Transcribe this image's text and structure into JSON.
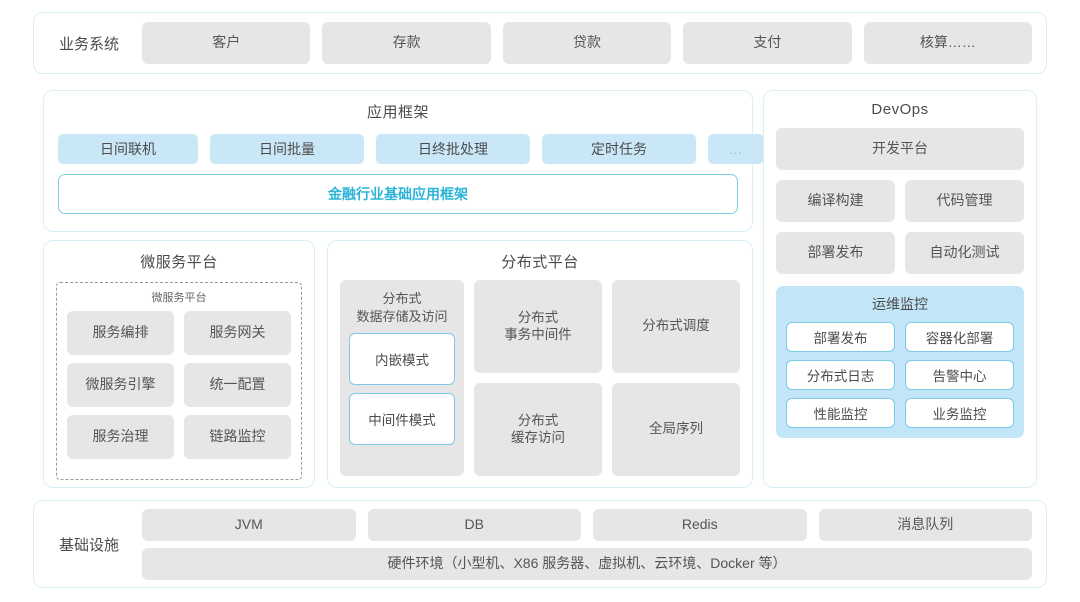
{
  "business_systems": {
    "label": "业务系统",
    "items": [
      "客户",
      "存款",
      "贷款",
      "支付",
      "核算……"
    ]
  },
  "application_framework": {
    "title": "应用框架",
    "items": [
      "日间联机",
      "日间批量",
      "日终批处理",
      "定时任务",
      "..."
    ],
    "foundation": "金融行业基础应用框架",
    "foundation_color": "#2bb4d8"
  },
  "microservice_platform": {
    "title": "微服务平台",
    "inner_title": "微服务平台",
    "items": [
      "服务编排",
      "服务网关",
      "微服务引擎",
      "统一配置",
      "服务治理",
      "链路监控"
    ]
  },
  "distributed_platform": {
    "title": "分布式平台",
    "storage": {
      "title_line1": "分布式",
      "title_line2": "数据存储及访问",
      "modes": [
        "内嵌模式",
        "中间件模式"
      ]
    },
    "cells": [
      {
        "line1": "分布式",
        "line2": "事务中间件"
      },
      {
        "line1": "分布式调度",
        "line2": ""
      },
      {
        "line1": "分布式",
        "line2": "缓存访问"
      },
      {
        "line1": "全局序列",
        "line2": ""
      }
    ]
  },
  "devops": {
    "title": "DevOps",
    "platform": "开发平台",
    "items": [
      "编译构建",
      "代码管理",
      "部署发布",
      "自动化测试"
    ],
    "monitoring": {
      "title": "运维监控",
      "bg_color": "#c2e5f8",
      "items": [
        "部署发布",
        "容器化部署",
        "分布式日志",
        "告警中心",
        "性能监控",
        "业务监控"
      ]
    }
  },
  "infrastructure": {
    "label": "基础设施",
    "items": [
      "JVM",
      "DB",
      "Redis",
      "消息队列"
    ],
    "hardware": "硬件环境（小型机、X86 服务器、虚拟机、云环境、Docker 等）"
  }
}
